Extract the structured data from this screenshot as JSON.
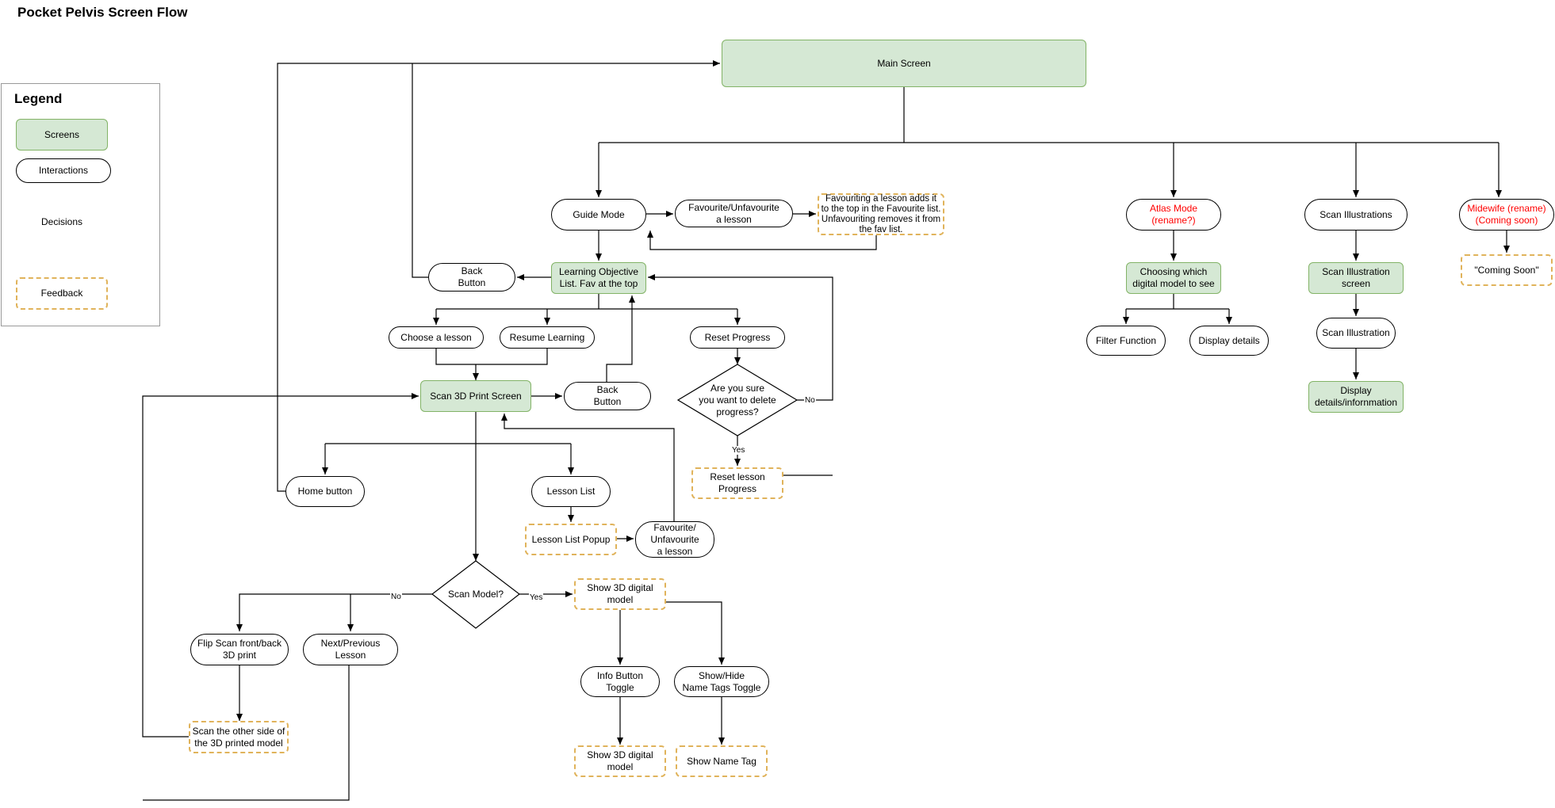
{
  "title": "Pocket Pelvis Screen Flow",
  "legend": {
    "title": "Legend",
    "screens": "Screens",
    "interactions": "Interactions",
    "decisions": "Decisions",
    "feedback": "Feedback"
  },
  "nodes": {
    "main_screen": "Main Screen",
    "guide_mode": "Guide Mode",
    "fav_unfav_lesson": "Favourite/Unfavourite\na lesson",
    "fav_note": "Favouriting a lesson adds it\nto the top in the Favourite list.\nUnfavouriting removes it from\nthe fav list.",
    "atlas_mode": "Atlas Mode\n(rename?)",
    "scan_illustrations": "Scan Illustrations",
    "midewife": "Midewife (rename)\n(Coming soon)",
    "coming_soon": "\"Coming Soon\"",
    "back_button_1": "Back\nButton",
    "learning_objective_list": "Learning Objective\nList. Fav at the top",
    "choosing_model": "Choosing which\ndigital model to see",
    "scan_illustration_screen": "Scan Illustration\nscreen",
    "choose_lesson": "Choose a lesson",
    "resume_learning": "Resume Learning",
    "reset_progress": "Reset Progress",
    "filter_function": "Filter Function",
    "display_details": "Display details",
    "scan_illustration": "Scan Illustration",
    "scan_3d_print_screen": "Scan 3D Print Screen",
    "back_button_2": "Back\nButton",
    "are_you_sure": "Are you sure\nyou want to delete\nprogress?",
    "display_details_info": "Display\ndetails/infornmation",
    "reset_lesson_progress": "Reset lesson\nProgress",
    "home_button": "Home button",
    "lesson_list": "Lesson List",
    "lesson_list_popup": "Lesson List Popup",
    "fav_unfav_lesson_2": "Favourite/\nUnfavourite\na lesson",
    "scan_model": "Scan Model?",
    "show_3d_model_1": "Show 3D digital\nmodel",
    "flip_scan": "Flip Scan front/back\n3D print",
    "next_previous": "Next/Previous\nLesson",
    "info_button_toggle": "Info Button\nToggle",
    "show_hide_name_tags": "Show/Hide\nName Tags Toggle",
    "scan_other_side": "Scan the other side of\nthe 3D printed model",
    "show_3d_model_2": "Show 3D digital\nmodel",
    "show_name_tag": "Show Name Tag"
  },
  "edge_labels": {
    "no_reset": "No",
    "yes_reset": "Yes",
    "no_scan": "No",
    "yes_scan": "Yes"
  },
  "colors": {
    "screen_fill": "#d5e8d4",
    "screen_stroke": "#82b366",
    "feedback_stroke": "#e0b35b",
    "red_text": "#ff0000"
  }
}
